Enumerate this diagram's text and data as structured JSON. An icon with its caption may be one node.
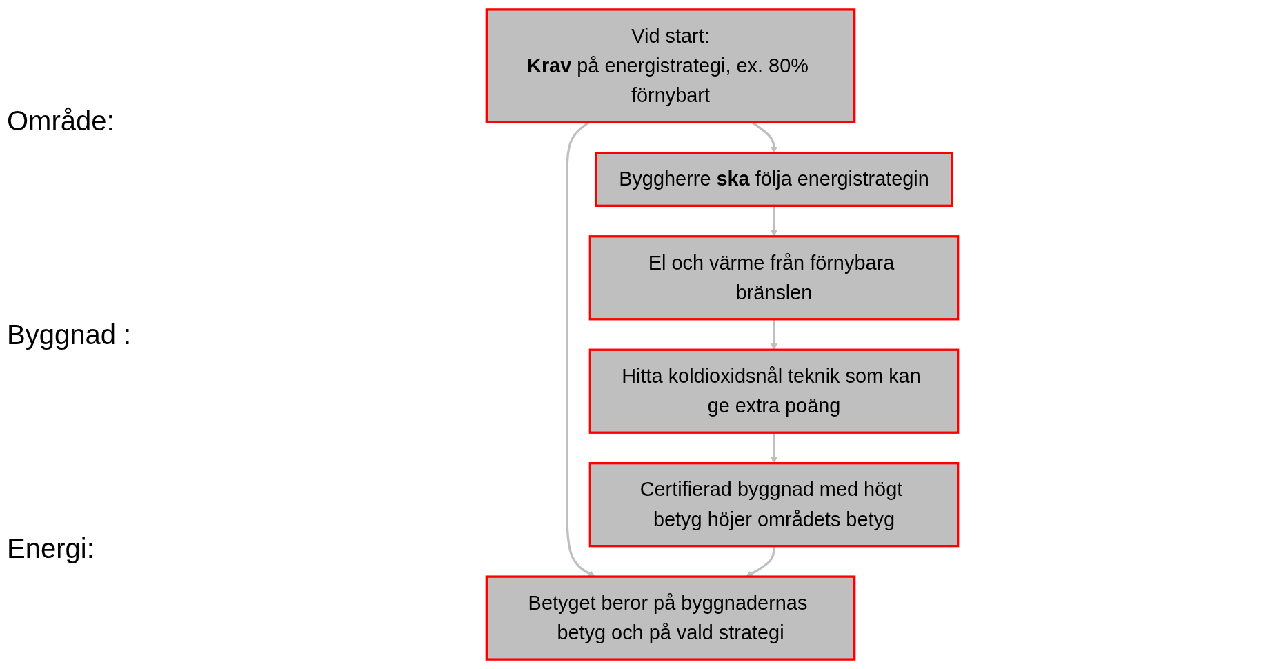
{
  "diagram": {
    "nodes": [
      {
        "text": [
          "Vid start:",
          "**Krav** på energistrategi, ex. 80% förnybart"
        ]
      },
      {
        "text": [
          "Betyget beror på byggnadernas betyg och på vald strategi"
        ]
      },
      {
        "text": [
          "Byggherre **ska** följa energistrategin"
        ]
      },
      {
        "text": [
          "Certifierad byggnad med högt betyg höjer områdets betyg"
        ]
      },
      {
        "text": [
          "El och värme från förnybara bränslen"
        ]
      },
      {
        "text": [
          "Hitta koldioxidsnål teknik som kan ge extra poäng"
        ]
      }
    ],
    "edges": [
      {
        "from": 0,
        "to": 1,
        "arrow": "to"
      },
      {
        "from": 0,
        "to": 2,
        "arrow": "to"
      },
      {
        "from": 2,
        "to": 4,
        "arrow": "to"
      },
      {
        "from": 4,
        "to": 5,
        "arrow": "to"
      },
      {
        "from": 5,
        "to": 3,
        "arrow": "to"
      },
      {
        "from": 3,
        "to": 1,
        "arrow": "to"
      }
    ],
    "labels": [
      "Område:",
      "Byggnad :",
      "Energi:"
    ]
  }
}
